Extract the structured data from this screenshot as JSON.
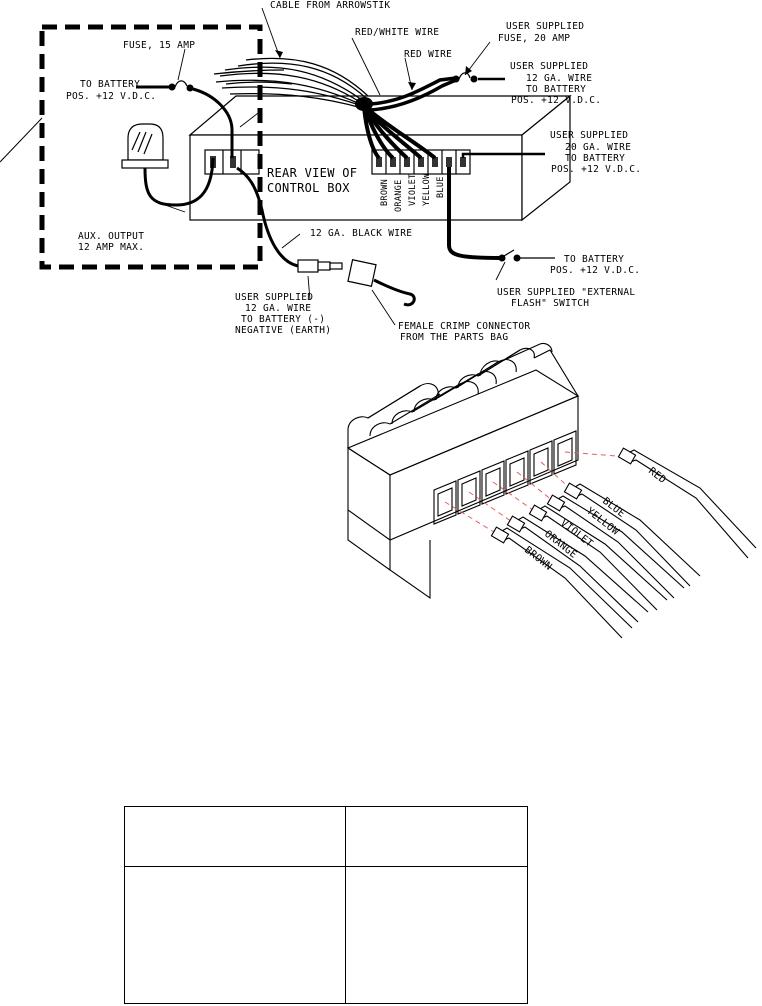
{
  "labels": {
    "cable_from_arrowstik": "CABLE FROM ARROWSTIK",
    "fuse_15": "FUSE, 15 AMP",
    "to_battery_l1": "TO BATTERY",
    "to_battery_l2": "POS. +12 V.D.C.",
    "red_white_wire": "RED/WHITE WIRE",
    "red_wire": "RED WIRE",
    "user_fuse_l1": "USER SUPPLIED",
    "user_fuse_l2": "FUSE, 20 AMP",
    "user_12ga_l1": "USER SUPPLIED",
    "user_12ga_l2": "12 GA. WIRE",
    "user_12ga_l3": "TO BATTERY",
    "user_12ga_l4": "POS. +12 V.D.C.",
    "rear_view_l1": "REAR VIEW OF",
    "rear_view_l2": "CONTROL BOX",
    "user_20ga_l1": "USER SUPPLIED",
    "user_20ga_l2": "20 GA. WIRE",
    "user_20ga_l3": "TO BATTERY",
    "user_20ga_l4": "POS. +12 V.D.C.",
    "aux_l1": "AUX. OUTPUT",
    "aux_l2": "12 AMP MAX.",
    "black_wire": "12 GA. BLACK WIRE",
    "batt_pos_l1": "TO BATTERY",
    "batt_pos_l2": "POS. +12 V.D.C.",
    "flash_l1": "USER SUPPLIED \"EXTERNAL",
    "flash_l2": "FLASH\" SWITCH",
    "neg_l1": "USER SUPPLIED",
    "neg_l2": "12 GA. WIRE",
    "neg_l3": "TO BATTERY (-)",
    "neg_l4": "NEGATIVE (EARTH)",
    "crimp_l1": "FEMALE CRIMP CONNECTOR",
    "crimp_l2": "FROM THE PARTS BAG"
  },
  "terminal_wires": [
    "BROWN",
    "ORANGE",
    "VIOLET",
    "YELLOW",
    "BLUE"
  ],
  "connector_wires": {
    "red": "RED",
    "blue": "BLUE",
    "yellow": "YELLOW",
    "violet": "VIOLET",
    "orange": "ORANGE",
    "brown": "BROWN"
  }
}
